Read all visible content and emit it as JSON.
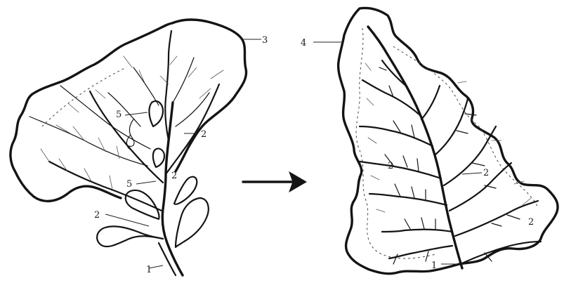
{
  "figure": {
    "left_panel": {
      "labels": [
        {
          "id": "stem",
          "text": "1"
        },
        {
          "id": "vein-right",
          "text": "2"
        },
        {
          "id": "vein-left",
          "text": "2"
        },
        {
          "id": "blade-edge",
          "text": "3"
        },
        {
          "id": "inner-a",
          "text": "5"
        },
        {
          "id": "inner-b",
          "text": "5"
        },
        {
          "id": "inner-c",
          "text": "2"
        }
      ]
    },
    "arrow": {
      "direction": "right"
    },
    "right_panel": {
      "labels": [
        {
          "id": "margin",
          "text": "4"
        },
        {
          "id": "vein-right",
          "text": "2"
        },
        {
          "id": "vein-left",
          "text": "2"
        },
        {
          "id": "vein-edge",
          "text": "2"
        },
        {
          "id": "stem",
          "text": "1"
        }
      ]
    }
  }
}
